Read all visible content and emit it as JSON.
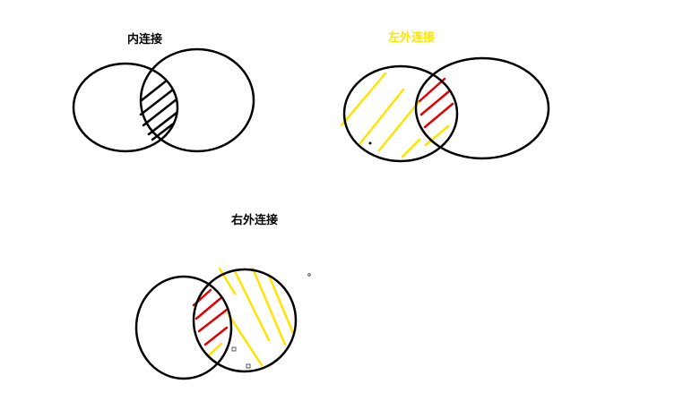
{
  "diagrams": {
    "inner_join": {
      "label": "内连接",
      "intersection_hatch_color": "#000000"
    },
    "left_outer_join": {
      "label": "左外连接",
      "label_color": "#FFE400",
      "left_only_hatch_color": "#FFE400",
      "intersection_hatch_color": "#E00000"
    },
    "right_outer_join": {
      "label": "右外连接",
      "intersection_hatch_color": "#E00000",
      "right_only_hatch_color": "#FFE400"
    }
  }
}
